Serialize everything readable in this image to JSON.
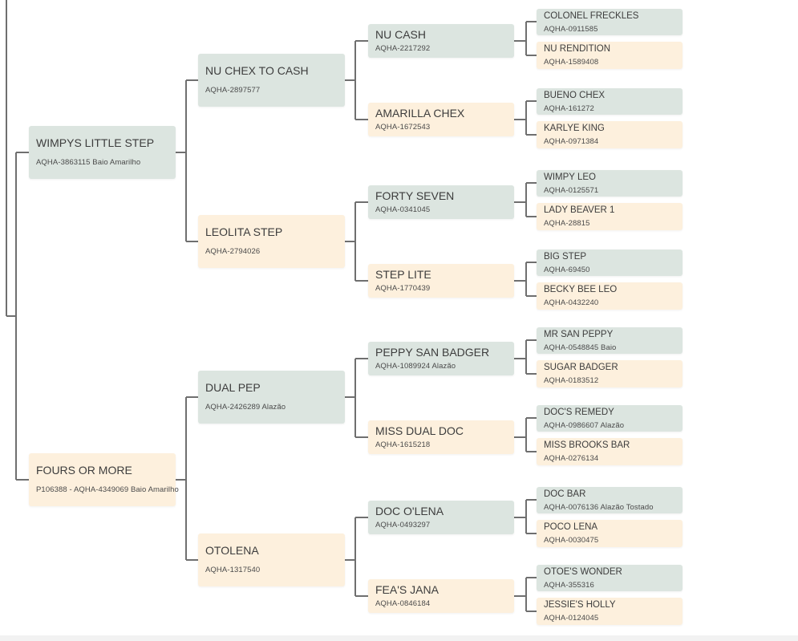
{
  "pedigree": {
    "sire": {
      "name": "WIMPYS LITTLE STEP",
      "reg": "AQHA-3863115 Baio Amarilho",
      "sex": "male"
    },
    "dam": {
      "name": "FOURS OR MORE",
      "reg": "P106388 - AQHA-4349069 Baio Amarilho",
      "sex": "female"
    },
    "sire_sire": {
      "name": "NU CHEX TO CASH",
      "reg": "AQHA-2897577",
      "sex": "male"
    },
    "sire_dam": {
      "name": "LEOLITA STEP",
      "reg": "AQHA-2794026",
      "sex": "female"
    },
    "dam_sire": {
      "name": "DUAL PEP",
      "reg": "AQHA-2426289 Alazão",
      "sex": "male"
    },
    "dam_dam": {
      "name": "OTOLENA",
      "reg": "AQHA-1317540",
      "sex": "female"
    },
    "g2": [
      {
        "name": "NU CASH",
        "reg": "AQHA-2217292",
        "sex": "male"
      },
      {
        "name": "AMARILLA CHEX",
        "reg": "AQHA-1672543",
        "sex": "female"
      },
      {
        "name": "FORTY SEVEN",
        "reg": "AQHA-0341045",
        "sex": "male"
      },
      {
        "name": "STEP LITE",
        "reg": "AQHA-1770439",
        "sex": "female"
      },
      {
        "name": "PEPPY SAN BADGER",
        "reg": "AQHA-1089924 Alazão",
        "sex": "male"
      },
      {
        "name": "MISS DUAL DOC",
        "reg": "AQHA-1615218",
        "sex": "female"
      },
      {
        "name": "DOC O'LENA",
        "reg": "AQHA-0493297",
        "sex": "male"
      },
      {
        "name": "FEA'S JANA",
        "reg": "AQHA-0846184",
        "sex": "female"
      }
    ],
    "g3": [
      {
        "name": "COLONEL FRECKLES",
        "reg": "AQHA-0911585",
        "sex": "male"
      },
      {
        "name": "NU RENDITION",
        "reg": "AQHA-1589408",
        "sex": "female"
      },
      {
        "name": "BUENO CHEX",
        "reg": "AQHA-161272",
        "sex": "male"
      },
      {
        "name": "KARLYE KING",
        "reg": "AQHA-0971384",
        "sex": "female"
      },
      {
        "name": "WIMPY LEO",
        "reg": "AQHA-0125571",
        "sex": "male"
      },
      {
        "name": "LADY BEAVER 1",
        "reg": "AQHA-28815",
        "sex": "female"
      },
      {
        "name": "BIG STEP",
        "reg": "AQHA-69450",
        "sex": "male"
      },
      {
        "name": "BECKY BEE LEO",
        "reg": "AQHA-0432240",
        "sex": "female"
      },
      {
        "name": "MR SAN PEPPY",
        "reg": "AQHA-0548845 Baio",
        "sex": "male"
      },
      {
        "name": "SUGAR BADGER",
        "reg": "AQHA-0183512",
        "sex": "female"
      },
      {
        "name": "DOC'S REMEDY",
        "reg": "AQHA-0986607 Alazão",
        "sex": "male"
      },
      {
        "name": "MISS BROOKS BAR",
        "reg": "AQHA-0276134",
        "sex": "female"
      },
      {
        "name": "DOC BAR",
        "reg": "AQHA-0076136 Alazão Tostado",
        "sex": "male"
      },
      {
        "name": "POCO LENA",
        "reg": "AQHA-0030475",
        "sex": "female"
      },
      {
        "name": "OTOE'S WONDER",
        "reg": "AQHA-355316",
        "sex": "male"
      },
      {
        "name": "JESSIE'S HOLLY",
        "reg": "AQHA-0124045",
        "sex": "female"
      }
    ]
  },
  "colors": {
    "male": "#dce5e0",
    "female": "#fdf0dd",
    "line": "#6f6f6f"
  }
}
